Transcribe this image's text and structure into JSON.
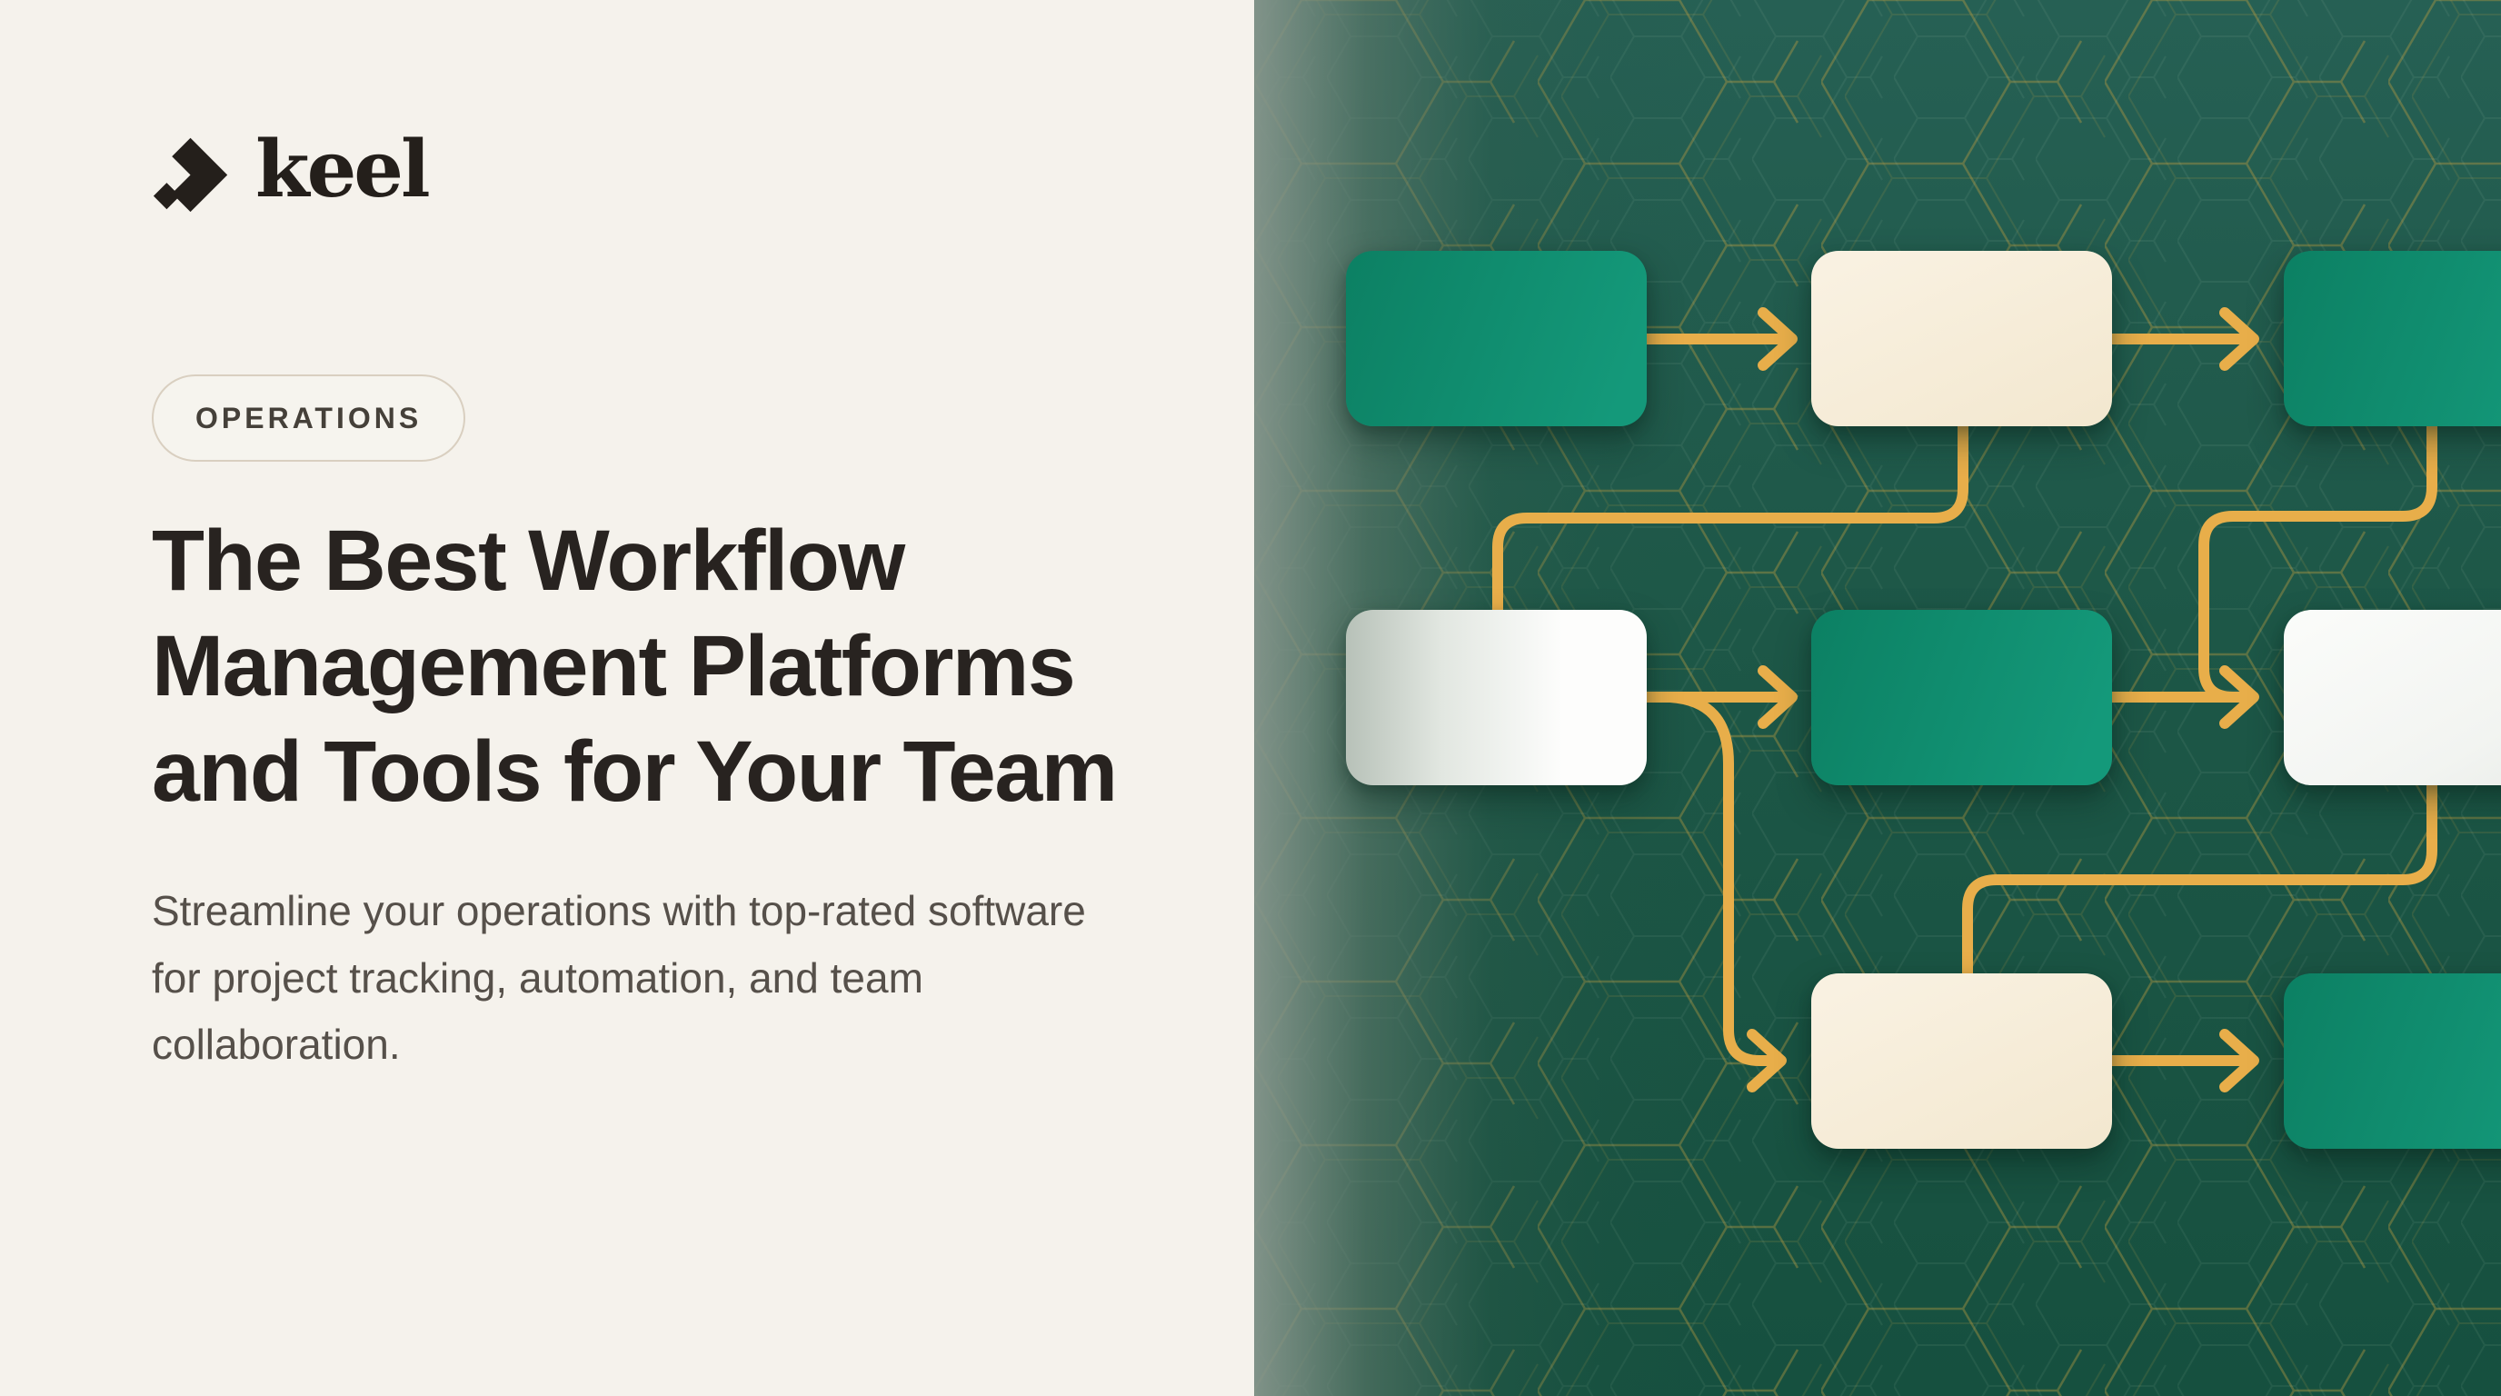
{
  "brand": {
    "name": "keel"
  },
  "hero": {
    "badge": "OPERATIONS",
    "title_lines": [
      "The Best Workflow",
      "Management Platforms",
      "and Tools for Your Team"
    ],
    "subtitle": "Streamline your operations with top-rated software for project tracking, automation, and team collaboration."
  },
  "palette": {
    "page_bg": "#f5f2ec",
    "ink": "#282320",
    "muted_ink": "#56504a",
    "badge_border": "#d9cfc0",
    "badge_text": "#454039",
    "panel_green": "#1d5747",
    "panel_light_edge": "#74897c",
    "node_green_1": "#0c8063",
    "node_green_2": "#14997a",
    "node_cream_1": "#f9f1e1",
    "node_cream_2": "#f3e8d0",
    "node_white": "#f2f4f1",
    "node_grey_edge": "#b7c1b8",
    "connector_gold": "#e8ae4a",
    "hex_gold": "#b89a42",
    "logo_ink": "#241f1b"
  },
  "illustration": {
    "type": "flowchart",
    "background": "hexagon-pattern",
    "nodes": [
      {
        "id": "a",
        "variant": "green",
        "col": 0,
        "row": 0
      },
      {
        "id": "b",
        "variant": "cream",
        "col": 1,
        "row": 0
      },
      {
        "id": "c",
        "variant": "green",
        "col": 2,
        "row": 0
      },
      {
        "id": "d",
        "variant": "white-fade",
        "col": 0,
        "row": 1
      },
      {
        "id": "e",
        "variant": "green",
        "col": 1,
        "row": 1
      },
      {
        "id": "f",
        "variant": "white",
        "col": 2,
        "row": 1
      },
      {
        "id": "g",
        "variant": "cream",
        "col": 1,
        "row": 2
      },
      {
        "id": "h",
        "variant": "green",
        "col": 2,
        "row": 2
      }
    ],
    "edges": [
      "a-b",
      "b-c",
      "b-d",
      "c-f",
      "d-e",
      "d-g",
      "e-f",
      "f-g",
      "g-h"
    ]
  }
}
